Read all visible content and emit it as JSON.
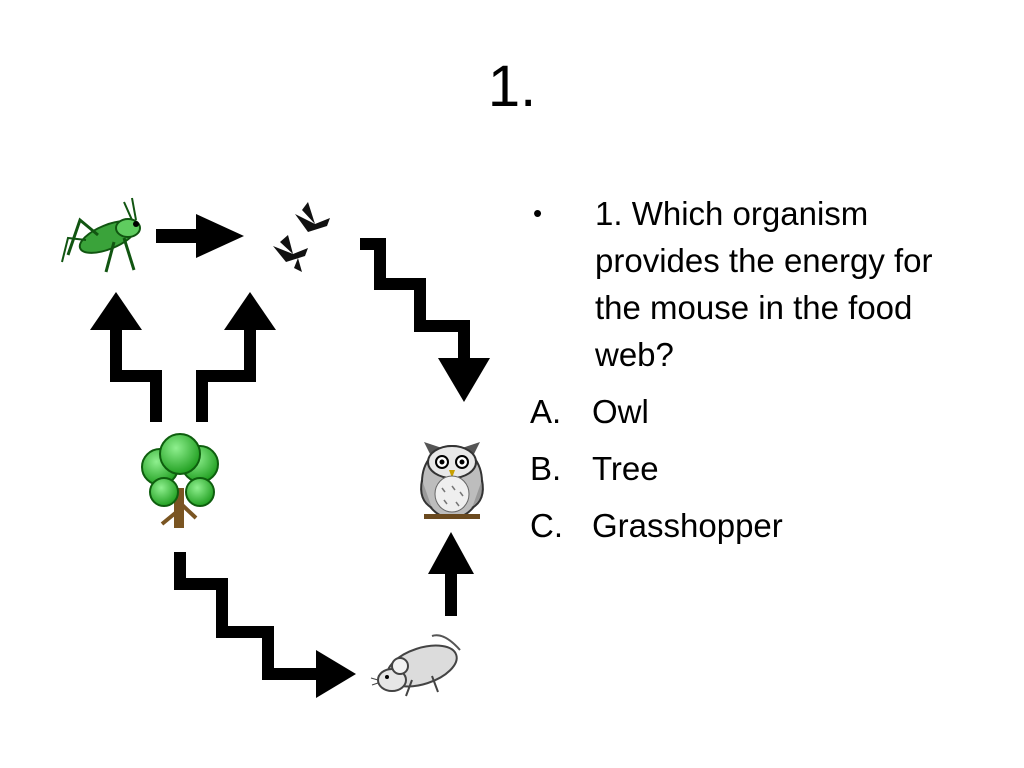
{
  "slide": {
    "title": "1."
  },
  "question": {
    "bullet": "•",
    "text": "1. Which organism provides the energy for the mouse in the food web?"
  },
  "options": [
    {
      "letter": "A.",
      "label": "Owl"
    },
    {
      "letter": "B.",
      "label": "Tree"
    },
    {
      "letter": "C.",
      "label": "Grasshopper"
    }
  ],
  "diagram": {
    "organisms": [
      {
        "icon": "grasshopper-icon",
        "color": "#3aa33a"
      },
      {
        "icon": "birds-icon",
        "color": "#111111"
      },
      {
        "icon": "tree-icon",
        "color": "#2fb52f"
      },
      {
        "icon": "owl-icon",
        "color": "#8c8c8c"
      },
      {
        "icon": "mouse-icon",
        "color": "#d0d0d0"
      }
    ],
    "arrow_color": "#000000"
  }
}
